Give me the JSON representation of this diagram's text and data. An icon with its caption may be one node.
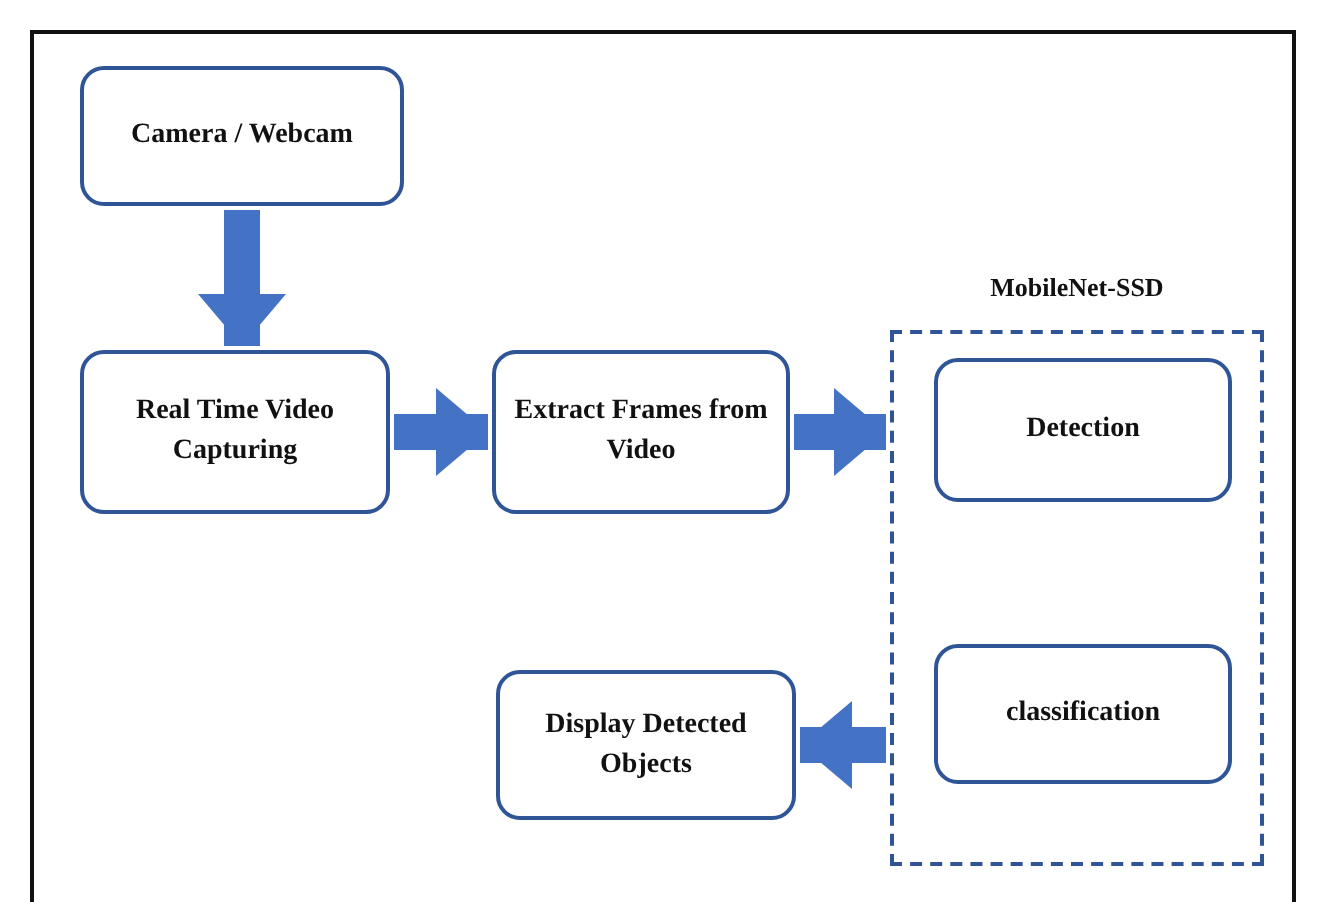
{
  "diagram": {
    "nodes": [
      {
        "text": [
          "Camera / Webcam"
        ]
      },
      {
        "text": [
          "Real Time Video Capturing"
        ]
      },
      {
        "text": [
          "Extract Frames from Video"
        ]
      },
      {
        "text": [
          "MobileNet-SSD"
        ]
      },
      {
        "text": [
          "Detection"
        ],
        "in": 3
      },
      {
        "text": [
          "classification"
        ],
        "in": 3
      },
      {
        "text": [
          "Display Detected Objects"
        ]
      }
    ],
    "edges": [
      {
        "from": 0,
        "to": 1,
        "arrow": "to"
      },
      {
        "from": 1,
        "to": 2,
        "arrow": "to"
      },
      {
        "from": 2,
        "to": 3,
        "arrow": "to"
      },
      {
        "from": 3,
        "to": 6,
        "arrow": "to"
      }
    ]
  }
}
